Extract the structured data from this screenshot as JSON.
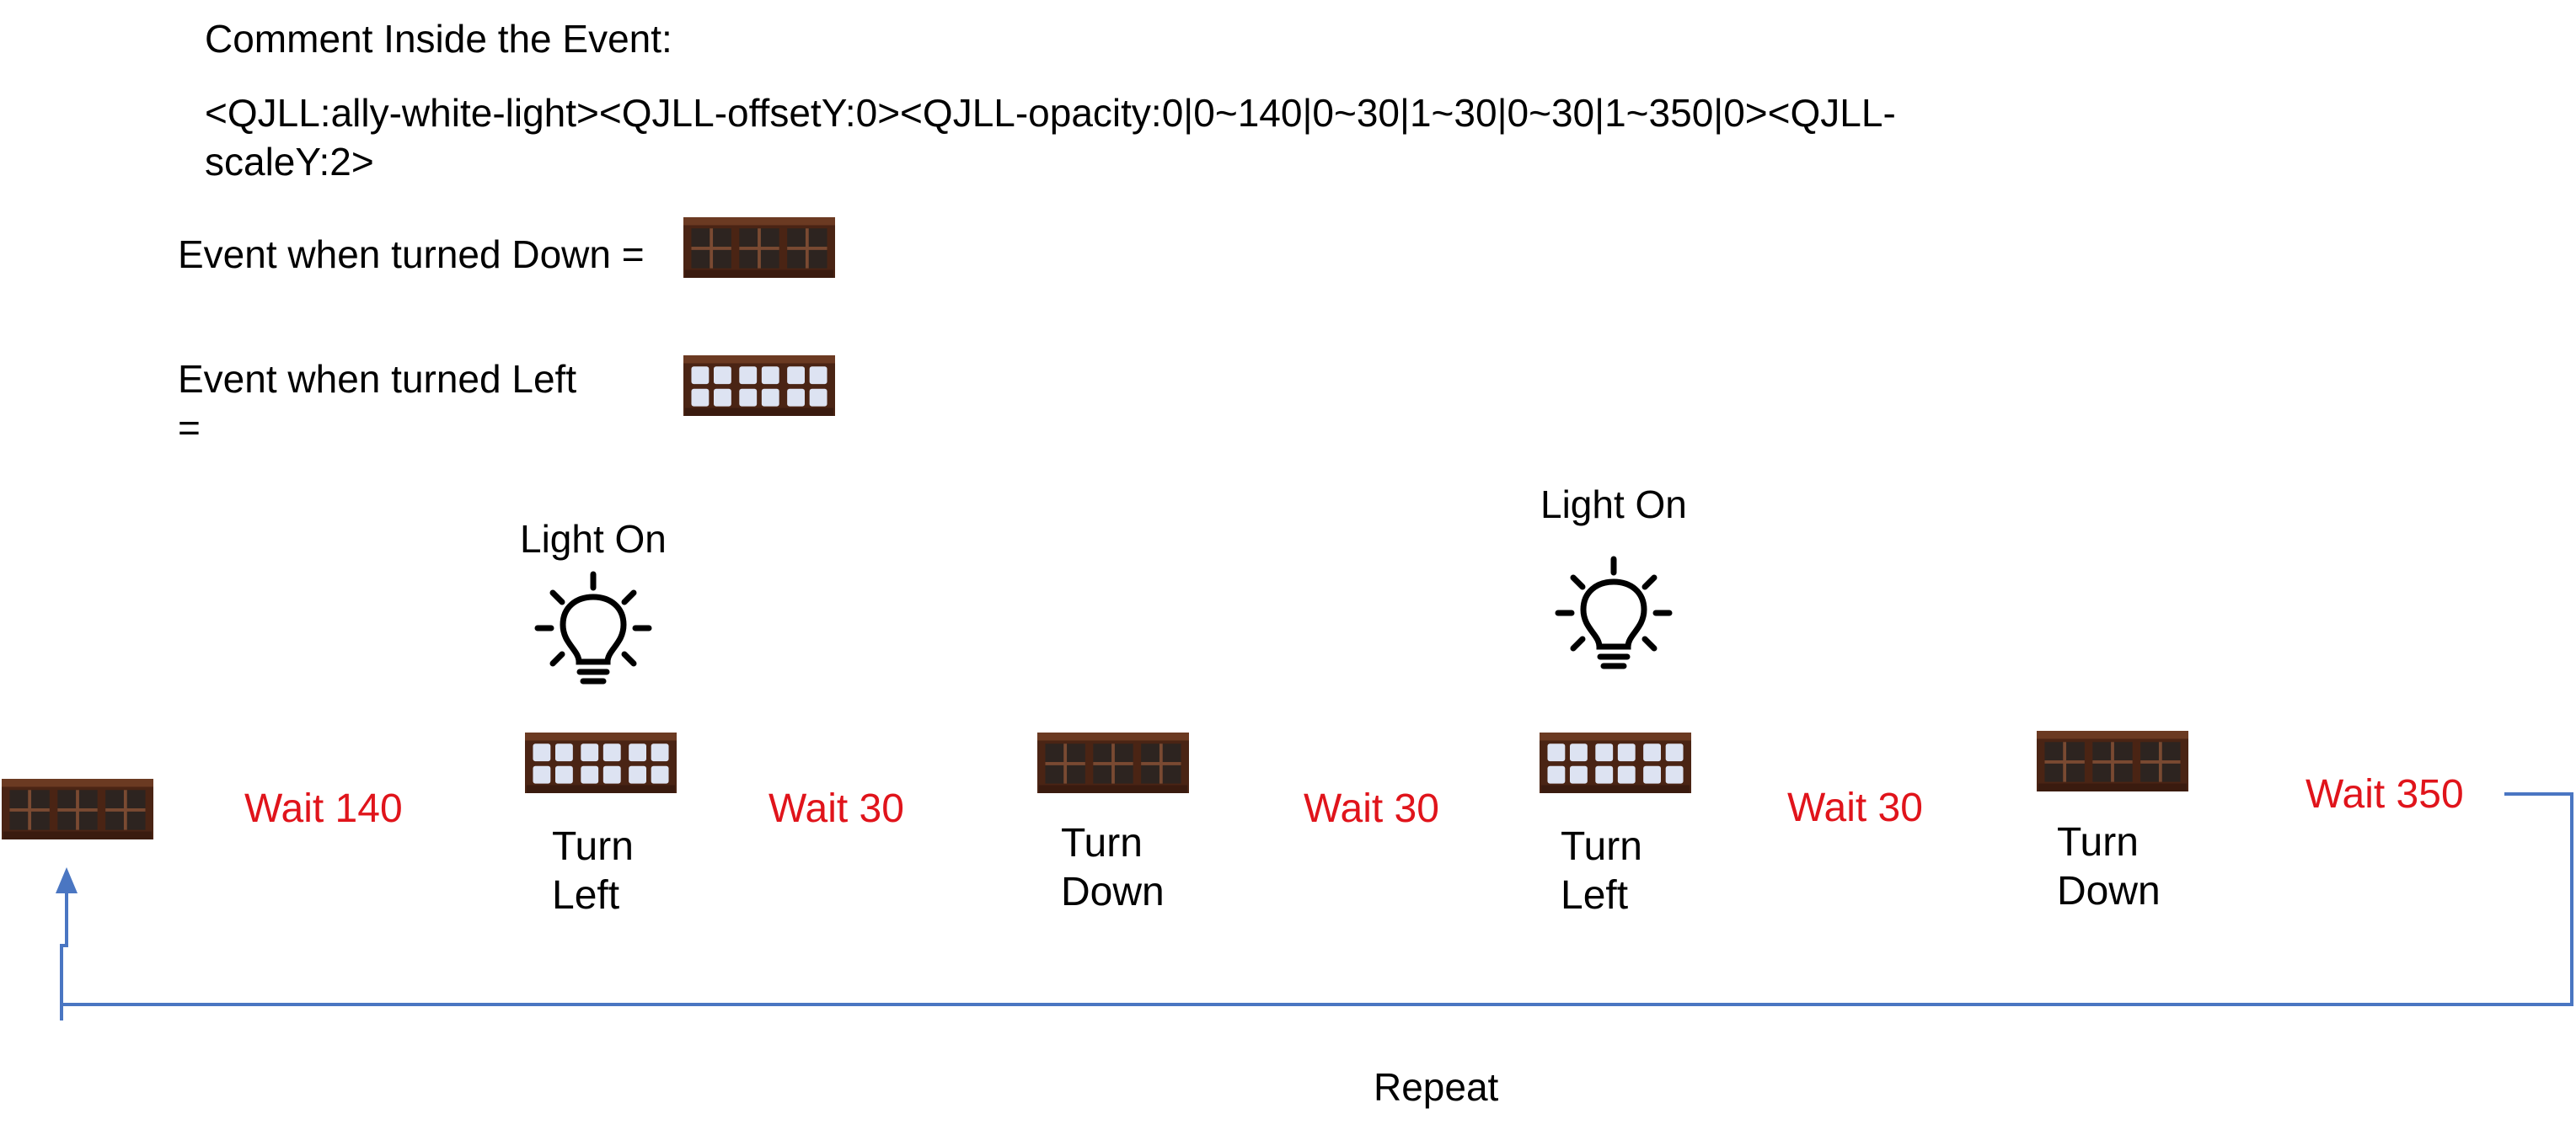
{
  "colors": {
    "wait_text": "#e0141b",
    "repeat_arrow": "#4a76c2",
    "window_frame": "#4a2414",
    "window_dark_pane": "#2d2420",
    "window_light_pane": "#dde3f2"
  },
  "header": {
    "comment_title": "Comment Inside the Event:",
    "comment_line1": "<QJLL:ally-white-light><QJLL-offsetY:0><QJLL-opacity:0|0~140|0~30|1~30|0~30|1~350|0><QJLL-",
    "comment_line2": "scaleY:2>"
  },
  "legend": {
    "down_label": "Event when turned Down =",
    "down_icon": "window-dark-icon",
    "left_label_line1": "Event when turned Left",
    "left_label_line2": "=",
    "left_icon": "window-lit-icon"
  },
  "timeline": {
    "steps": [
      {
        "icon": "window-dark-icon"
      },
      {
        "wait": "Wait 140"
      },
      {
        "icon": "window-lit-icon",
        "top": "Light On",
        "bottom": [
          "Turn",
          "Left"
        ]
      },
      {
        "wait": "Wait 30"
      },
      {
        "icon": "window-dark-icon",
        "bottom": [
          "Turn",
          "Down"
        ]
      },
      {
        "wait": "Wait 30"
      },
      {
        "icon": "window-lit-icon",
        "top": "Light On",
        "bottom": [
          "Turn",
          "Left"
        ]
      },
      {
        "wait": "Wait 30"
      },
      {
        "icon": "window-dark-icon",
        "bottom": [
          "Turn",
          "Down"
        ]
      },
      {
        "wait": "Wait 350"
      }
    ],
    "light_icon": "lightbulb-icon",
    "repeat_label": "Repeat"
  }
}
